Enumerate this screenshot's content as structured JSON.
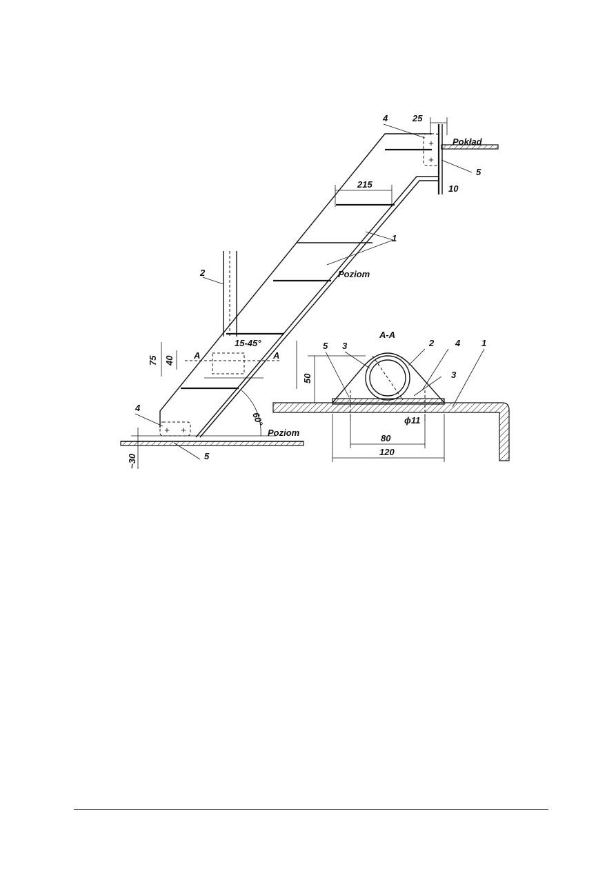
{
  "labels": {
    "part_1": "1",
    "part_2": "2",
    "part_3": "3",
    "part_4": "4",
    "part_5": "5",
    "deck": "Pokład",
    "level_top": "Poziom",
    "level_bottom": "Poziom",
    "section": "A-A",
    "section_mark_left": "A",
    "section_mark_right": "A",
    "rung_angle": "15-45°",
    "ladder_angle": "60°"
  },
  "dimensions": {
    "d25": "25",
    "d10": "10",
    "d215": "215",
    "d75": "75",
    "d40": "40",
    "d30": "~30",
    "d50": "50",
    "d80": "80",
    "d120": "120",
    "d11": "ϕ11",
    "weld_5": "5",
    "weld_3": "3"
  }
}
